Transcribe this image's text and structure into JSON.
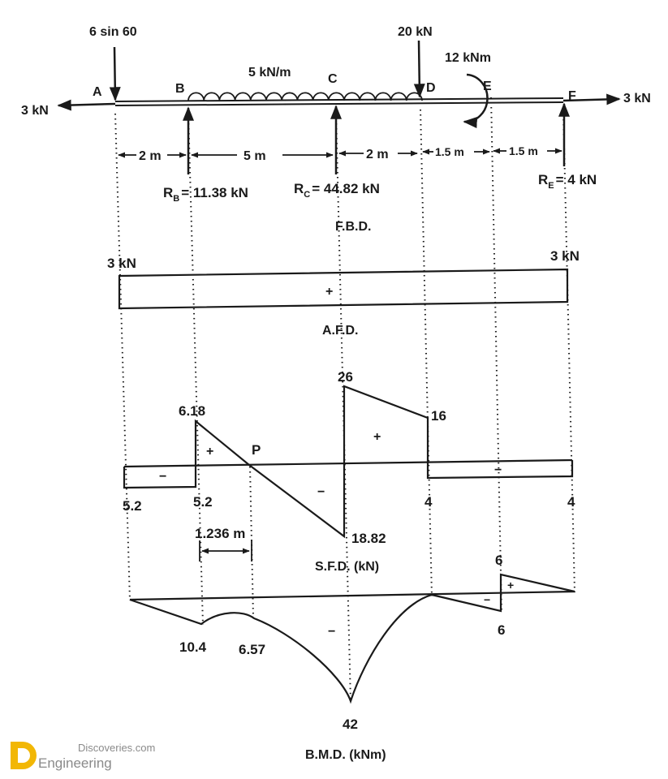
{
  "fbd": {
    "load_a": "6 sin 60",
    "load_d": "20 kN",
    "udl": "5 kN/m",
    "moment": "12 kNm",
    "axial_left": "3 kN",
    "axial_right": "3 kN",
    "points": {
      "a": "A",
      "b": "B",
      "c": "C",
      "d": "D",
      "e": "E",
      "f": "F"
    },
    "dims": {
      "ab": "2 m",
      "bc": "5 m",
      "cd": "2 m",
      "de": "1.5 m",
      "ef": "1.5 m"
    },
    "reactions": {
      "rb_label": "R",
      "rb_sub": "B",
      "rb_value": "= 11.38 kN",
      "rc_label": "R",
      "rc_sub": "C",
      "rc_value": "= 44.82 kN",
      "re_label": "R",
      "re_sub": "E",
      "re_value": "= 4 kN"
    },
    "title": "F.B.D."
  },
  "afd": {
    "left": "3 kN",
    "right": "3 kN",
    "sign": "+",
    "title": "A.F.D."
  },
  "sfd": {
    "v_26": "26",
    "v_618": "6.18",
    "v_16": "16",
    "point_p": "P",
    "v_52a": "5.2",
    "v_52b": "5.2",
    "v_4a": "4",
    "v_4b": "4",
    "v_1882": "18.82",
    "dim_p": "1.236 m",
    "sign_minus_left": "−",
    "sign_plus_b": "+",
    "sign_minus_mid": "−",
    "sign_plus_c": "+",
    "sign_minus_right": "−",
    "title": "S.F.D. (kN)"
  },
  "bmd": {
    "v_6a": "6",
    "v_6b": "6",
    "v_104": "10.4",
    "v_657": "6.57",
    "v_42": "42",
    "sign_minus_mid": "−",
    "sign_minus_e": "−",
    "sign_plus_e": "+",
    "title": "B.M.D. (kNm)"
  },
  "logo": {
    "top": "Discoveries.com",
    "bottom": "Engineering"
  }
}
